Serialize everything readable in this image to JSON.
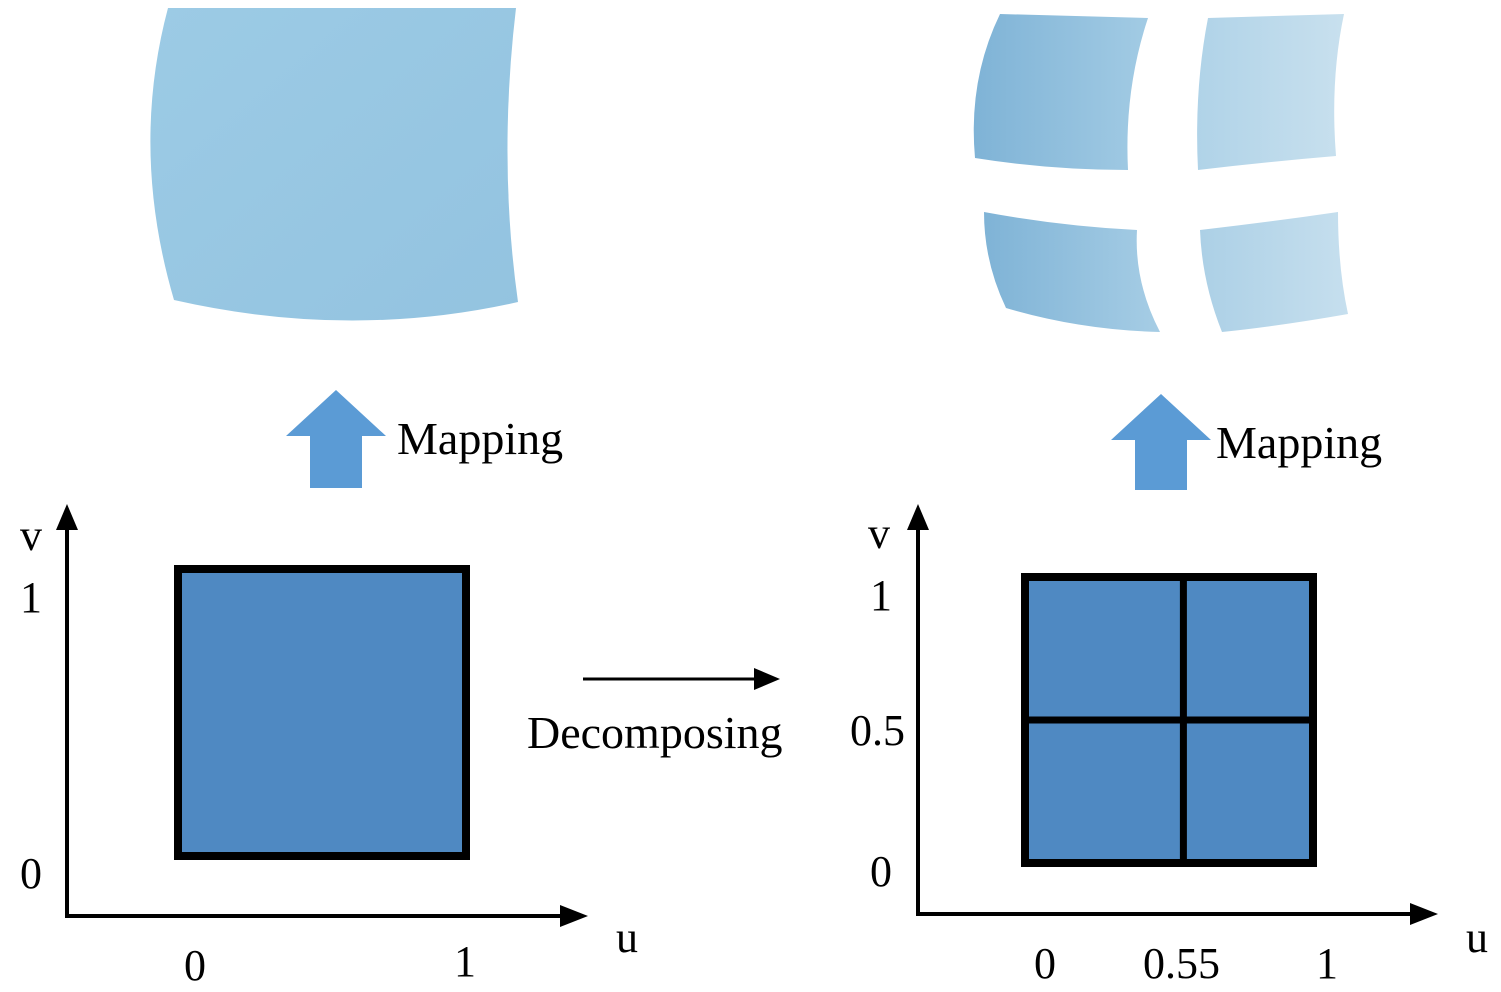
{
  "labels": {
    "mapping_left": "Mapping",
    "mapping_right": "Mapping",
    "decomposing": "Decomposing"
  },
  "left_plot": {
    "x_axis_label": "u",
    "y_axis_label": "v",
    "x_ticks": [
      "0",
      "1"
    ],
    "y_ticks": [
      "1",
      "0"
    ]
  },
  "right_plot": {
    "x_axis_label": "u",
    "y_axis_label": "v",
    "x_ticks": [
      "0",
      "0.55",
      "1"
    ],
    "y_ticks": [
      "1",
      "0.5",
      "0"
    ],
    "split_u": 0.55,
    "split_v": 0.5
  },
  "colors": {
    "parameter_square": "#4f89c2",
    "arrow_fill": "#5b9bd5",
    "surface_light": "#bcd8ea",
    "surface_mid": "#9ac6e0",
    "surface_dark": "#7fb3d6",
    "outline": "#000000"
  }
}
